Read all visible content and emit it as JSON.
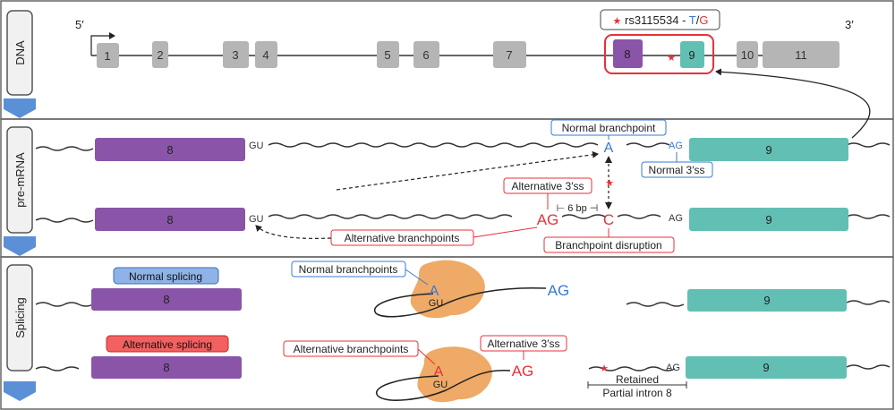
{
  "colors": {
    "purple": "#8a55a8",
    "teal": "#62bfb3",
    "gray": "#b5b5b5",
    "red": "#e8303a",
    "blue": "#3a78d4",
    "orange": "#eeaa66",
    "normal_badge": "#8fb3e6",
    "alt_badge": "#f26060",
    "tab": "#f1f1f1",
    "tab_arrow": "#5b8fd6"
  },
  "panels": {
    "dna": {
      "label": "DNA",
      "five_prime": "5′",
      "three_prime": "3′",
      "exons": [
        "1",
        "2",
        "3",
        "4",
        "5",
        "6",
        "7",
        "8",
        "9",
        "10",
        "11"
      ],
      "variant": {
        "star": "★",
        "rsid": "rs3115534",
        "dash": " - ",
        "allele_t": "T",
        "slash": "/",
        "allele_g": "G"
      }
    },
    "pre_mrna": {
      "label": "pre-mRNA",
      "exon8": "8",
      "exon9": "9",
      "gu": "GU",
      "ag": "AG",
      "branch_a": "A",
      "branch_c": "C",
      "normal_branchpoint": "Normal branchpoint",
      "normal_3ss": "Normal 3′ss",
      "alt_3ss": "Alternative 3′ss",
      "six_bp": "⊢ 6 bp ⊣",
      "alt_branchpoints": "Alternative branchpoints",
      "branchpoint_disruption": "Branchpoint disruption",
      "star": "★"
    },
    "splicing": {
      "label": "Splicing",
      "normal_splicing": "Normal splicing",
      "alternative_splicing": "Alternative splicing",
      "exon8": "8",
      "exon9": "9",
      "normal_branchpoints": "Normal branchpoints",
      "alt_branchpoints": "Alternative branchpoints",
      "alt_3ss": "Alternative 3′ss",
      "a": "A",
      "gu": "GU",
      "ag": "AG",
      "retained_line1": "Retained",
      "retained_line2": "Partial intron 8",
      "star": "★"
    }
  }
}
